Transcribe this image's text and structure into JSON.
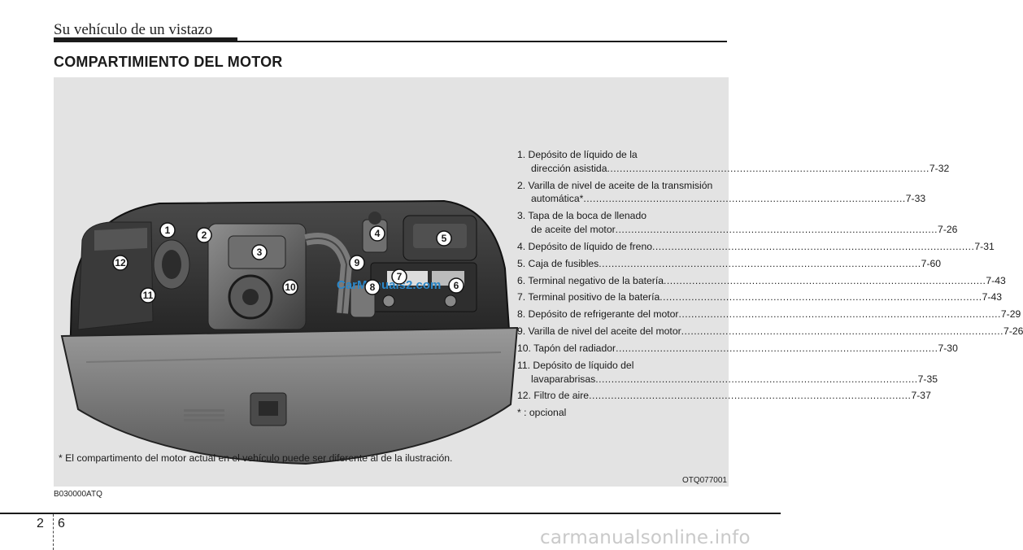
{
  "header": {
    "section": "Su vehículo de un vistazo",
    "title": "COMPARTIMIENTO DEL MOTOR"
  },
  "parts": [
    {
      "l1": "1. Depósito de líquido de la",
      "l2": "dirección asistida",
      "page": "7-32"
    },
    {
      "l1": "2. Varilla de nivel de aceite de la transmisión",
      "l2": "automática*",
      "page": "7-33"
    },
    {
      "l1": "3. Tapa de la boca de llenado",
      "l2": "de aceite del motor",
      "page": "7-26"
    },
    {
      "l1": "4. Depósito de líquido de freno",
      "page": "7-31"
    },
    {
      "l1": "5. Caja de fusibles",
      "page": "7-60"
    },
    {
      "l1": "6. Terminal negativo de la batería",
      "page": "7-43"
    },
    {
      "l1": "7. Terminal positivo de la batería",
      "page": "7-43"
    },
    {
      "l1": "8. Depósito de refrigerante del motor",
      "page": "7-29"
    },
    {
      "l1": "9. Varilla de nivel del aceite del motor",
      "page": "7-26"
    },
    {
      "l1": "10. Tapón del radiador",
      "page": "7-30"
    },
    {
      "l1": "11. Depósito de líquido del",
      "l2": "lavaparabrisas",
      "page": "7-35"
    },
    {
      "l1": "12. Filtro de aire",
      "page": "7-37"
    },
    {
      "l1": "* : opcional"
    }
  ],
  "callouts": [
    "1",
    "2",
    "3",
    "4",
    "5",
    "6",
    "7",
    "8",
    "9",
    "10",
    "11",
    "12"
  ],
  "disclaimer": "* El compartimento del motor actual en el vehículo puede ser diferente al de la ilustración.",
  "figure_code": "OTQ077001",
  "ref_code": "B030000ATQ",
  "page": {
    "chapter": "2",
    "number": "6"
  },
  "illustration_watermark": "CarManuals2.com",
  "footer_watermark": "carmanualsonline.info"
}
